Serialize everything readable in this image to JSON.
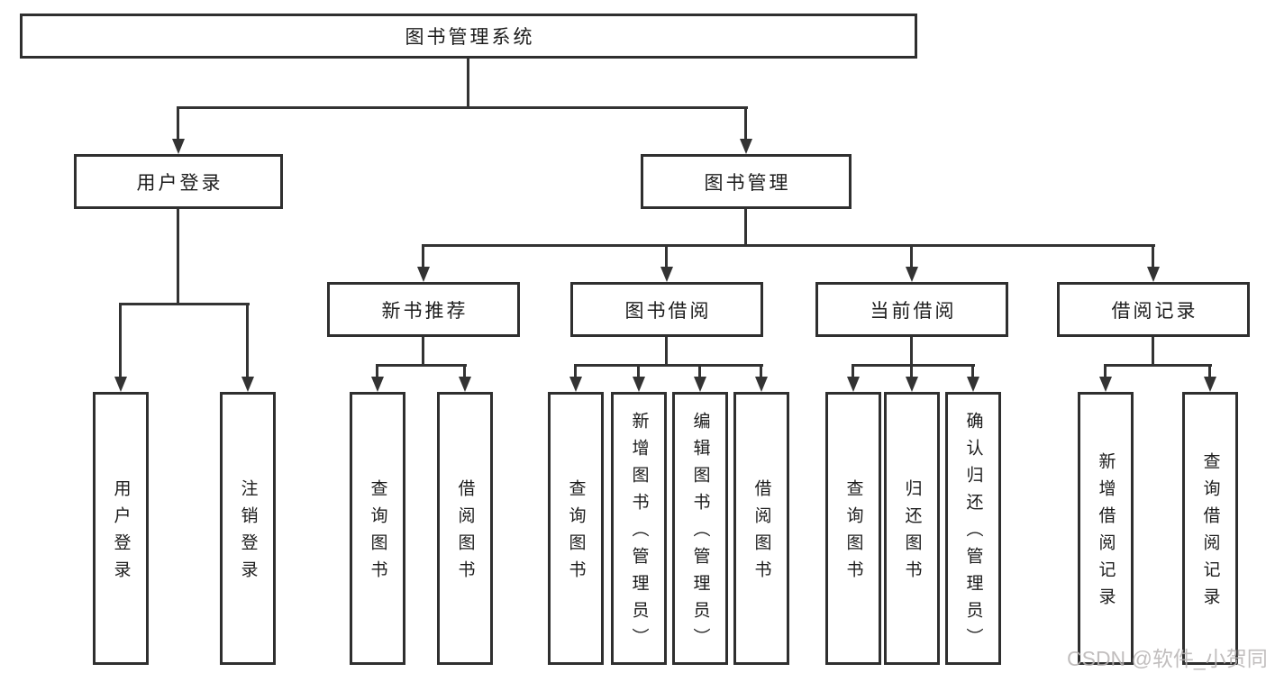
{
  "diagram_title": "图书管理系统",
  "tree": {
    "root": {
      "label": "图书管理系统",
      "children": [
        {
          "label": "用户登录",
          "children": [
            {
              "label": "用户登录"
            },
            {
              "label": "注销登录"
            }
          ]
        },
        {
          "label": "图书管理",
          "children": [
            {
              "label": "新书推荐",
              "children": [
                {
                  "label": "查询图书"
                },
                {
                  "label": "借阅图书"
                }
              ]
            },
            {
              "label": "图书借阅",
              "children": [
                {
                  "label": "查询图书"
                },
                {
                  "label": "新增图书（管理员）"
                },
                {
                  "label": "编辑图书（管理员）"
                },
                {
                  "label": "借阅图书"
                }
              ]
            },
            {
              "label": "当前借阅",
              "children": [
                {
                  "label": "查询图书"
                },
                {
                  "label": "归还图书"
                },
                {
                  "label": "确认归还（管理员）"
                }
              ]
            },
            {
              "label": "借阅记录",
              "children": [
                {
                  "label": "新增借阅记录"
                },
                {
                  "label": "查询借阅记录"
                }
              ]
            }
          ]
        }
      ]
    }
  },
  "watermark": "CSDN @软件_小贺同学",
  "colors": {
    "line": "#333333",
    "box_border": "#2f2f2f",
    "text": "#1c1c1c",
    "watermark": "#b7b3b3",
    "background": "#ffffff"
  }
}
